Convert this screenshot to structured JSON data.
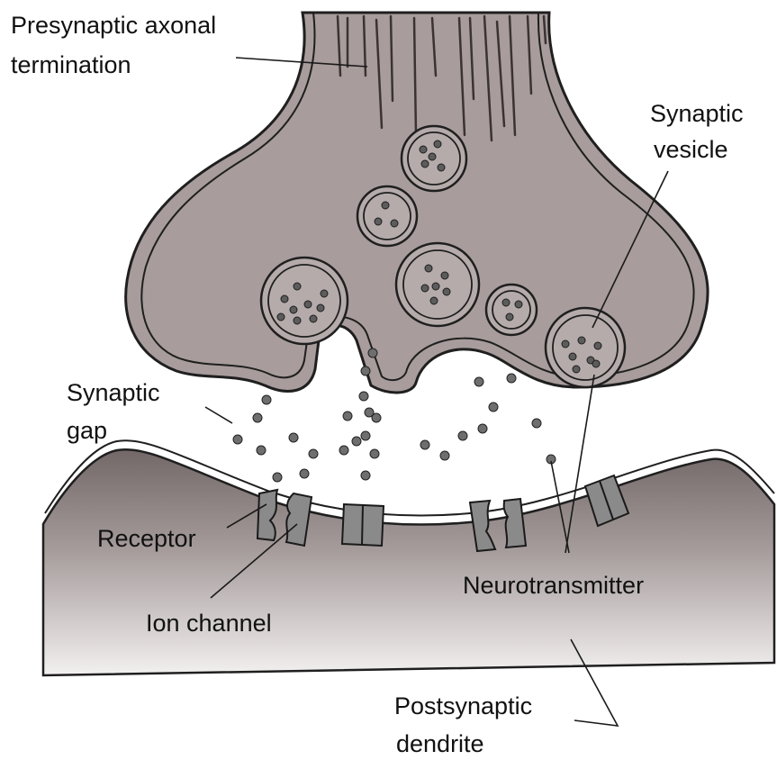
{
  "labels": {
    "presynaptic_line1": "Presynaptic axonal",
    "presynaptic_line2": "termination",
    "vesicle_line1": "Synaptic",
    "vesicle_line2": "vesicle",
    "gap_line1": "Synaptic",
    "gap_line2": "gap",
    "receptor": "Receptor",
    "ion_channel": "Ion channel",
    "neurotransmitter": "Neurotransmitter",
    "postsynaptic_line1": "Postsynaptic",
    "postsynaptic_line2": "dendrite"
  },
  "colors": {
    "terminal_fill": "#a89c9c",
    "membrane_stroke": "#1f1f1f",
    "dendrite_top": "#7a6e6e",
    "dendrite_bottom": "#f2efef",
    "particle": "#6e6e6e"
  }
}
